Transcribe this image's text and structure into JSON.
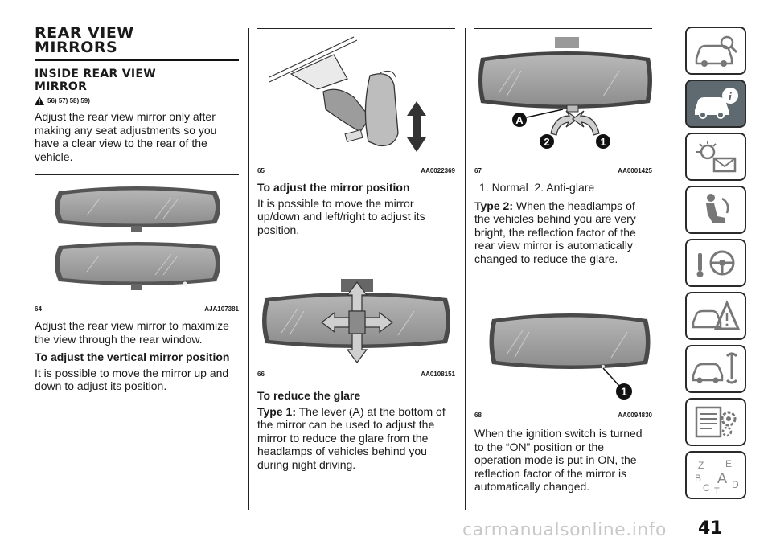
{
  "section_title": "REAR VIEW MIRRORS",
  "subsection_title": "INSIDE REAR VIEW MIRROR",
  "warning_refs": "56) 57) 58) 59)",
  "col1": {
    "p1": "Adjust the rear view mirror only after making any seat adjustments so you have a clear view to the rear of the vehicle.",
    "fig64_num": "64",
    "fig64_code": "AJA107381",
    "p2": "Adjust the rear view mirror to maximize the view through the rear window.",
    "h_vertical": "To adjust the vertical mirror position",
    "p3": "It is possible to move the mirror up and down to adjust its position."
  },
  "col2": {
    "fig65_num": "65",
    "fig65_code": "AA0022369",
    "h_position": "To adjust the mirror position",
    "p1": "It is possible to move the mirror up/down and left/right to adjust its position.",
    "fig66_num": "66",
    "fig66_code": "AA0108151",
    "h_glare": "To reduce the glare",
    "type1_lead": "Type 1:",
    "type1_text": " The lever (A) at the bottom of the mirror can be used to adjust the mirror to reduce the glare from the headlamps of vehicles behind you during night driving."
  },
  "col3": {
    "fig67_num": "67",
    "fig67_code": "AA0001425",
    "fig67_label_a": "A",
    "fig67_label_1": "1",
    "fig67_label_2": "2",
    "legend": "1. Normal  2. Anti-glare",
    "type2_lead": "Type 2:",
    "type2_text": " When the headlamps of the vehicles behind you are very bright, the reflection factor of the rear view mirror is automatically changed to reduce the glare.",
    "fig68_num": "68",
    "fig68_code": "AA0094830",
    "fig68_label_1": "1",
    "p_last": "When the ignition switch is turned to the “ON” position or the operation mode is put in ON, the reflection factor of the mirror is automatically changed."
  },
  "sidebar": {
    "icons": [
      "car-search-icon",
      "car-info-icon",
      "warning-lights-icon",
      "seat-safety-icon",
      "steering-key-icon",
      "breakdown-triangle-icon",
      "service-wrench-icon",
      "technical-data-icon",
      "index-alphabet-icon"
    ],
    "active_index": 1,
    "index_letters": [
      "Z",
      "E",
      "B",
      "A",
      "C",
      "D",
      "T"
    ]
  },
  "page_number": "41",
  "watermark": "carmanualsonline.info",
  "colors": {
    "active_tab": "#5e6a70",
    "mirror_glass": "#9a9a9a",
    "rule": "#111111"
  }
}
